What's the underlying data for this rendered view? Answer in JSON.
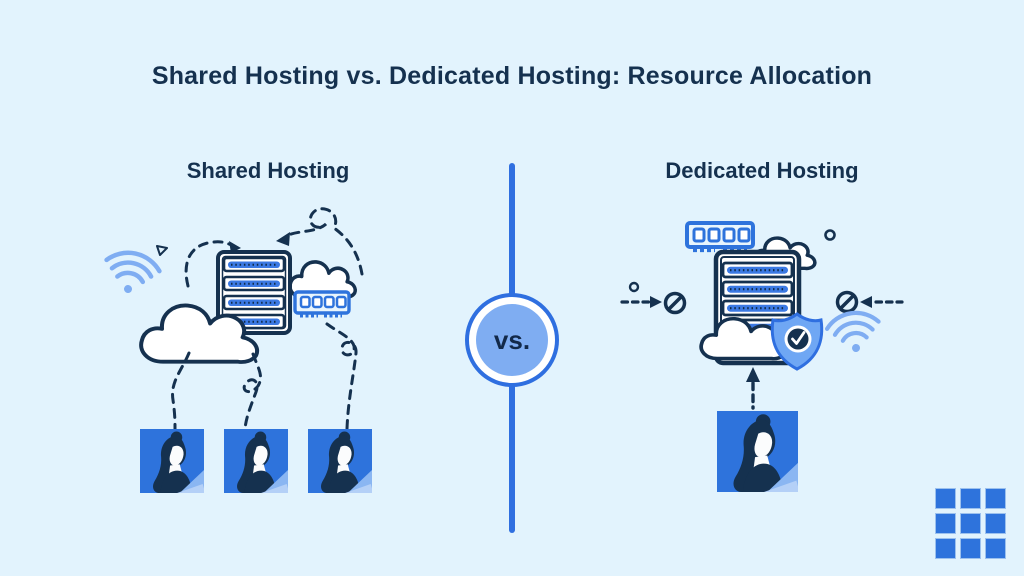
{
  "title": "Shared Hosting vs. Dedicated Hosting: Resource Allocation",
  "divider": {
    "label": "vs."
  },
  "left_section": {
    "heading": "Shared Hosting",
    "user_count": 3,
    "icons": [
      "wifi-icon",
      "cursor-icon",
      "server-icon",
      "ram-icon",
      "cloud-icon",
      "dashed-connection-arrows",
      "user-avatar",
      "user-avatar",
      "user-avatar"
    ]
  },
  "right_section": {
    "heading": "Dedicated Hosting",
    "user_count": 1,
    "icons": [
      "ram-icon",
      "cloud-icon",
      "server-icon",
      "no-entry-icon",
      "no-entry-icon",
      "shield-check-icon",
      "wifi-icon",
      "dashed-up-arrow",
      "user-avatar"
    ]
  },
  "branding": {
    "logo": "grid-logo"
  },
  "colors": {
    "background": "#e2f3fd",
    "navy": "#15314f",
    "blue": "#2e73dc",
    "light_blue": "#7fadf2",
    "divider_blue": "#2f6fe0"
  }
}
